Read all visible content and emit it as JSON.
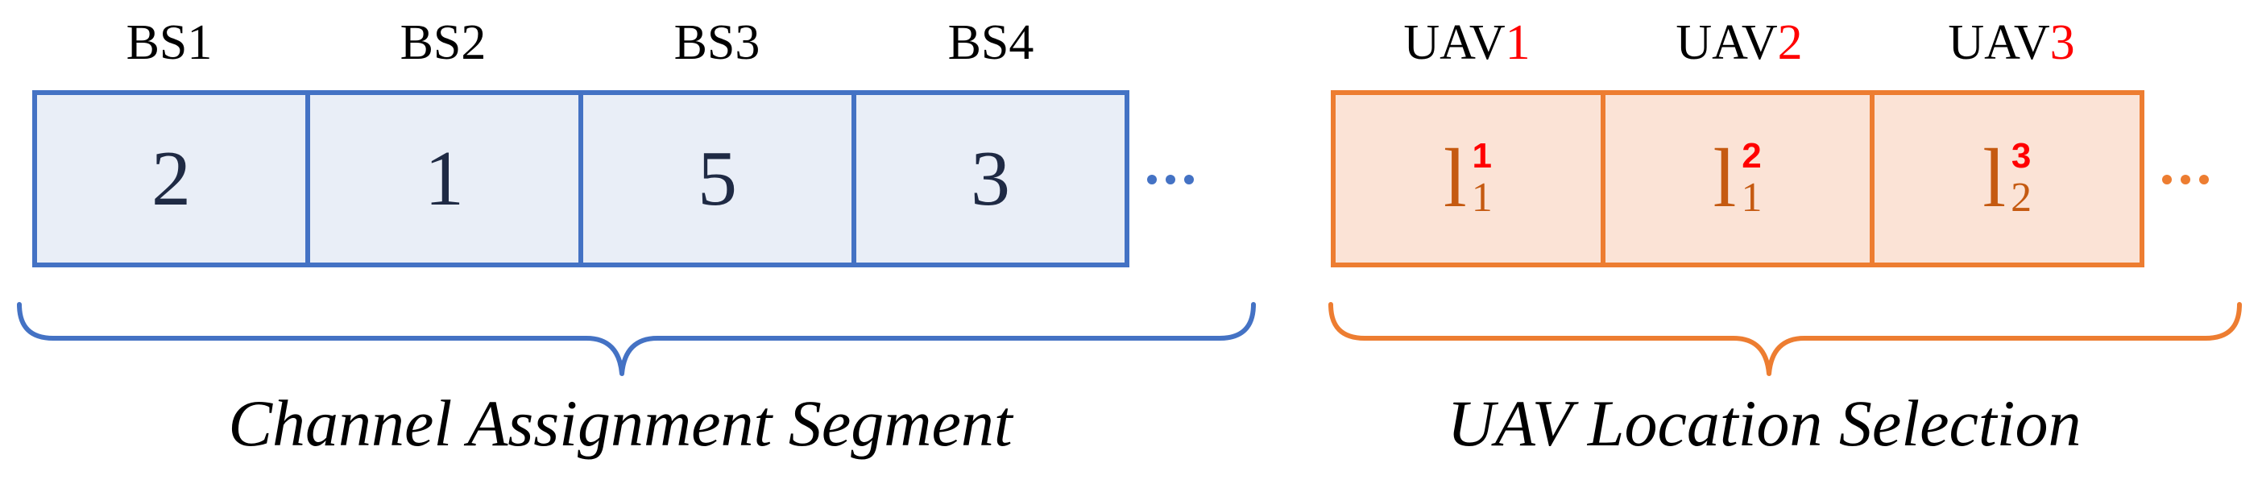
{
  "channel_assignment": {
    "headers": [
      "BS1",
      "BS2",
      "BS3",
      "BS4"
    ],
    "values": [
      "2",
      "1",
      "5",
      "3"
    ],
    "ellipsis": "···",
    "caption": "Channel Assignment Segment"
  },
  "uav_location": {
    "headers": [
      {
        "prefix": "UAV",
        "index": "1"
      },
      {
        "prefix": "UAV",
        "index": "2"
      },
      {
        "prefix": "UAV",
        "index": "3"
      }
    ],
    "cells": [
      {
        "base": "l",
        "sup": "1",
        "sub": "1"
      },
      {
        "base": "l",
        "sup": "2",
        "sub": "1"
      },
      {
        "base": "l",
        "sup": "3",
        "sub": "2"
      }
    ],
    "ellipsis": "···",
    "caption": "UAV Location Selection"
  },
  "colors": {
    "channel_border": "#4472c4",
    "channel_fill": "#e9eef7",
    "location_border": "#ed7d31",
    "location_fill": "#fbe3d6",
    "location_text": "#c55a11",
    "index_highlight": "#ff0000"
  }
}
